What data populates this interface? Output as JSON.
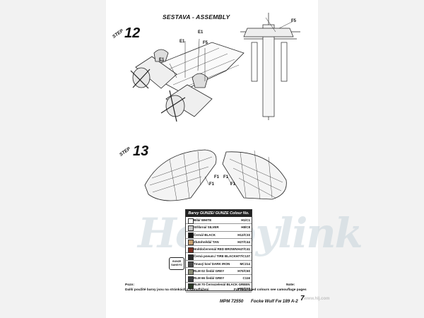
{
  "header": {
    "title": "SESTAVA -  ASSEMBLY"
  },
  "steps": [
    {
      "label": "STEP",
      "number": "12"
    },
    {
      "label": "STEP",
      "number": "13"
    }
  ],
  "callouts": {
    "e1_a": "E1",
    "e1_b": "E1",
    "f5_a": "F5",
    "e1_top": "E1",
    "f5_top": "F5",
    "f1_a": "F1",
    "f1_b": "F1",
    "f1_c": "F1",
    "f1_d": "F1"
  },
  "colour_table": {
    "header": "Barvy GUNZE/ GUNZE Colour No.",
    "rows": [
      {
        "name": "Bílá/ WHITE",
        "code": "H1/C1",
        "color": "#ffffff"
      },
      {
        "name": "Stříbrná/ SILVER",
        "code": "H8/C8",
        "color": "#c8c8c8"
      },
      {
        "name": "Černá/ BLACK",
        "code": "H12/C33",
        "color": "#111111"
      },
      {
        "name": "Zlutohnědá/ TAN",
        "code": "H27/C44",
        "color": "#c8a070"
      },
      {
        "name": "Hnědočervená/ RED BROWN",
        "code": "H47/C41",
        "color": "#7a2e1e"
      },
      {
        "name": "Černá pneum./ TIRE BLACK",
        "code": "H77/C137",
        "color": "#2a2a2a"
      },
      {
        "name": "Tmavý kov/ DARK IRON",
        "code": "MC214",
        "color": "#4a4a4a"
      },
      {
        "name": "RLM 02 Šedá/ GREY",
        "code": "H70/C60",
        "color": "#8c8e78"
      },
      {
        "name": "RLM 66 Šedá/ GREY",
        "code": "C116",
        "color": "#3c3e40"
      },
      {
        "name": "RLM 70 Černozelená/ BLACK GREEN",
        "code": "H65/C18",
        "color": "#2c3a28"
      }
    ]
  },
  "gunze_logo": {
    "line1": "GUNZE",
    "line2": "SANGYO"
  },
  "footer": {
    "note_cz_label": "Pozn:",
    "note_cz": "Další použité barvy jsou na stránkách s kamufláženi",
    "note_en_label": "Note:",
    "note_en": "For next used colours see camouflage pages",
    "kit_no": "MPM 72550",
    "kit_name": "Focke Wulf Fw 189 A-2",
    "page": "7"
  },
  "watermark": {
    "text": "Hobbylink",
    "url": "www.hlj.com"
  }
}
